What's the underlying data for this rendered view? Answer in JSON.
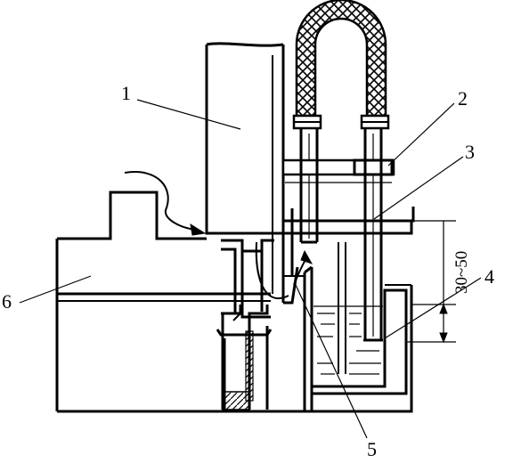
{
  "labels": {
    "l1": "1",
    "l2": "2",
    "l3": "3",
    "l4": "4",
    "l5": "5",
    "l6": "6"
  },
  "dimension": {
    "text": "30~50"
  },
  "colors": {
    "ink": "#000000",
    "paper": "#ffffff",
    "liquid_line": "#000000"
  }
}
